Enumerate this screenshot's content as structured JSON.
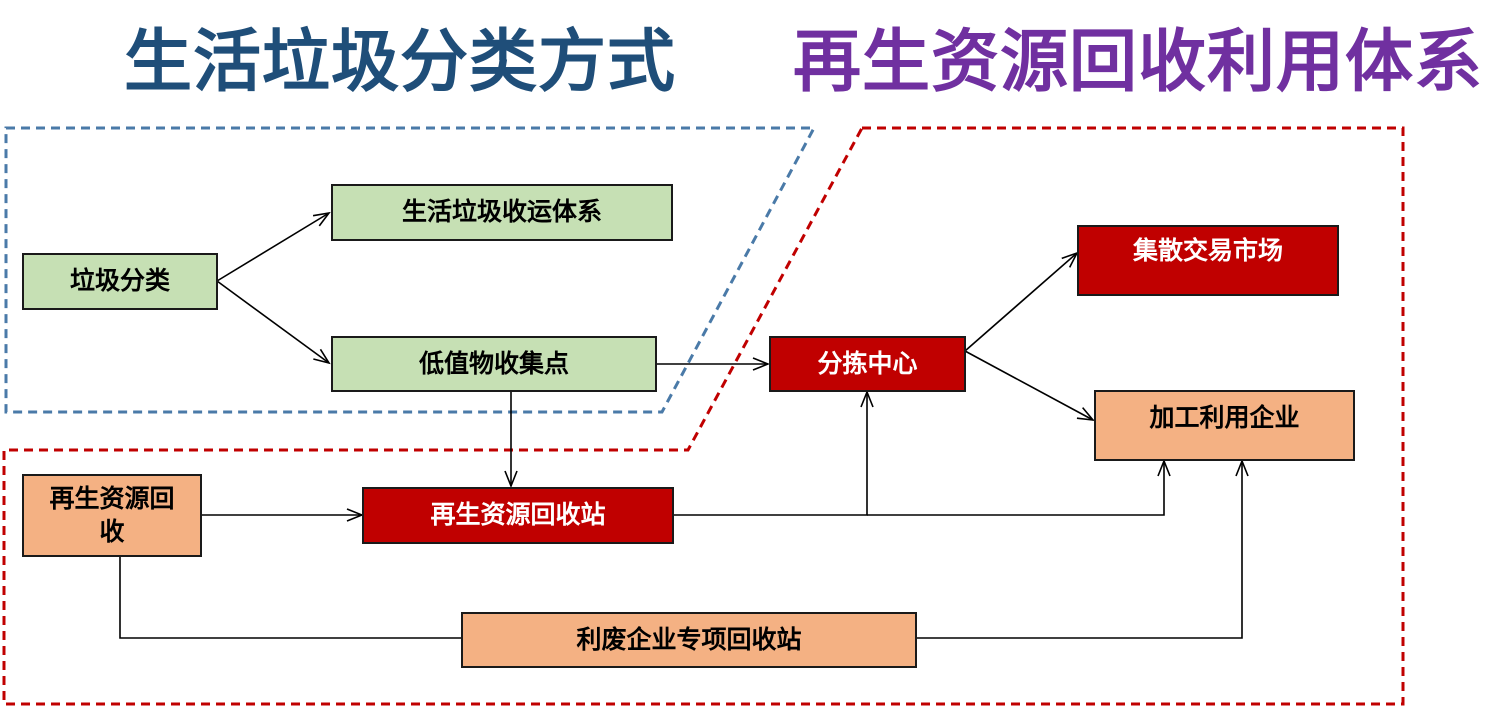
{
  "titles": {
    "left": "生活垃圾分类方式",
    "right": "再生资源回收利用体系"
  },
  "colors": {
    "title_left": "#1f4e79",
    "title_right": "#7030a0",
    "green_box": "#c6e0b4",
    "red_box": "#c00000",
    "orange_box": "#f4b183",
    "blue_dashed_region": "#4a7aa8",
    "red_dashed_region": "#c00000"
  },
  "nodes": {
    "garbage_sorting": "垃圾分类",
    "household_collection_system": "生活垃圾收运体系",
    "low_value_collection_point": "低值物收集点",
    "sorting_center": "分拣中心",
    "distribution_market": "集散交易市场",
    "processing_enterprise": "加工利用企业",
    "renewable_recycling": "再生资源回收",
    "recycling_station": "再生资源回收站",
    "special_recycling_station": "利废企业专项回收站"
  }
}
